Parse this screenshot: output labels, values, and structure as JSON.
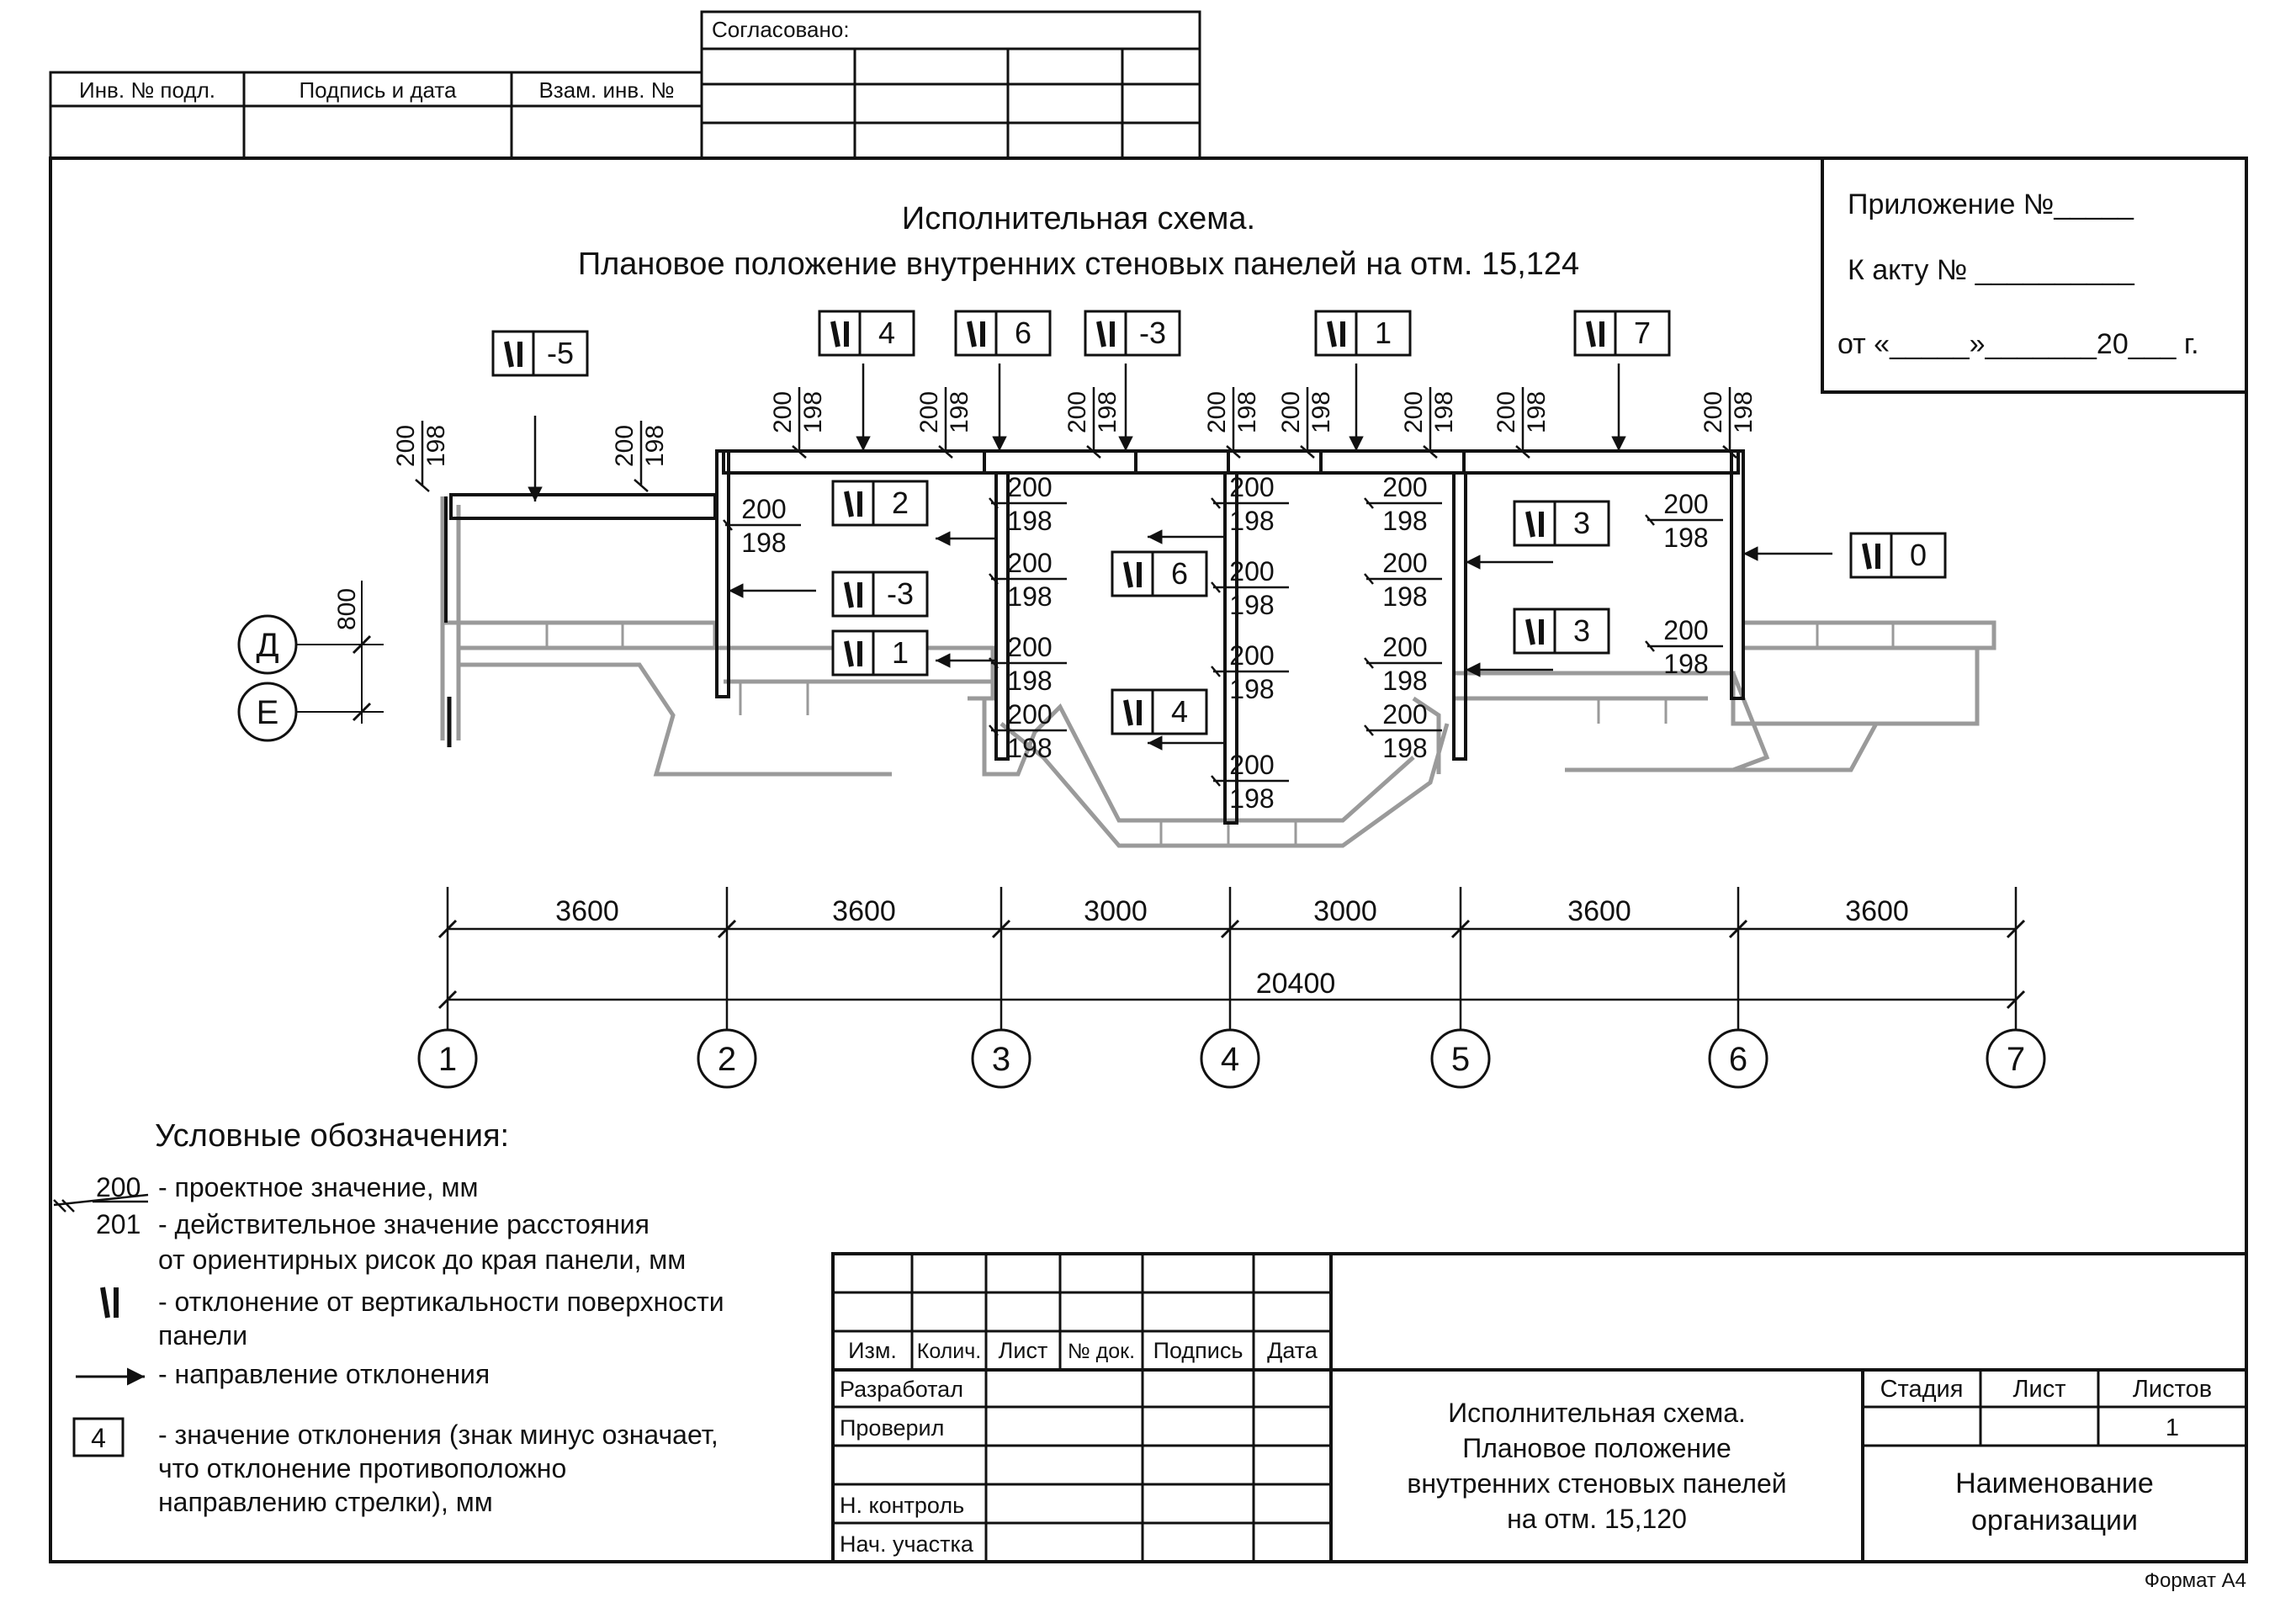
{
  "stamp_top": {
    "agreed": "Согласовано:",
    "inv_podl": "Инв. № подл.",
    "sign_date": "Подпись и дата",
    "vzam_inv": "Взам. инв. №"
  },
  "appendix": {
    "line1": "Приложение №_____",
    "line2": "К акту № __________",
    "line3": "от  «_____»_______20___ г."
  },
  "title": {
    "line1": "Исполнительная схема.",
    "line2": "Плановое положение внутренних стеновых панелей на отм. 15,124"
  },
  "deviation_tags": [
    {
      "value": "-5"
    },
    {
      "value": "4"
    },
    {
      "value": "6"
    },
    {
      "value": "-3"
    },
    {
      "value": "1"
    },
    {
      "value": "7"
    },
    {
      "value": "2"
    },
    {
      "value": "-3"
    },
    {
      "value": "1"
    },
    {
      "value": "6"
    },
    {
      "value": "4"
    },
    {
      "value": "3"
    },
    {
      "value": "3"
    },
    {
      "value": "0"
    }
  ],
  "dim_pair": {
    "design": "200",
    "actual": "198"
  },
  "vertical_dim": "800",
  "row_axes": [
    "Д",
    "Е"
  ],
  "spans": [
    "3600",
    "3600",
    "3000",
    "3000",
    "3600",
    "3600"
  ],
  "total_span": "20400",
  "column_axes": [
    "1",
    "2",
    "3",
    "4",
    "5",
    "6",
    "7"
  ],
  "legend": {
    "heading": "Условные обозначения:",
    "design_value": "200",
    "actual_value": "201",
    "item1": "- проектное значение, мм",
    "item2a": "- действительное значение расстояния",
    "item2b": "от ориентирных рисок до края панели, мм",
    "item3a": "- отклонение от вертикальности поверхности",
    "item3b": "панели",
    "item4": "- направление отклонения",
    "box_value": "4",
    "item5a": "- значение отклонения (знак минус означает,",
    "item5b": "что отклонение противоположно",
    "item5c": "направлению стрелки), мм"
  },
  "stamp": {
    "cols": [
      "Изм.",
      "Колич.",
      "Лист",
      "№ док.",
      "Подпись",
      "Дата"
    ],
    "rows": [
      "Разработал",
      "Проверил",
      "",
      "Н. контроль",
      "Нач. участка"
    ],
    "title1": "Исполнительная схема.",
    "title2": "Плановое положение",
    "title3": "внутренних стеновых панелей",
    "title4": "на отм. 15,120",
    "stage": "Стадия",
    "sheet": "Лист",
    "sheets": "Листов",
    "sheets_value": "1",
    "org1": "Наименование",
    "org2": "организации"
  },
  "format": "Формат А4"
}
